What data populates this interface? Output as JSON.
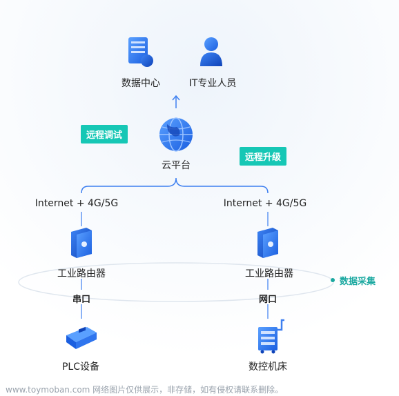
{
  "top_nodes": {
    "data_center": "数据中心",
    "it_staff": "IT专业人员"
  },
  "cloud": {
    "label": "云平台"
  },
  "tags": {
    "remote_debug": "远程调试",
    "remote_upgrade": "远程升级"
  },
  "connections": {
    "left": "Internet + 4G/5G",
    "right": "Internet + 4G/5G"
  },
  "routers": {
    "left": "工业路由器",
    "right": "工业路由器"
  },
  "ports": {
    "left": "串口",
    "right": "网口"
  },
  "collection": {
    "label": "数据采集"
  },
  "devices": {
    "left": "PLC设备",
    "right": "数控机床"
  },
  "watermark": "www.toymoban.com 网络图片仅供展示，非存储，如有侵权请联系删除。"
}
